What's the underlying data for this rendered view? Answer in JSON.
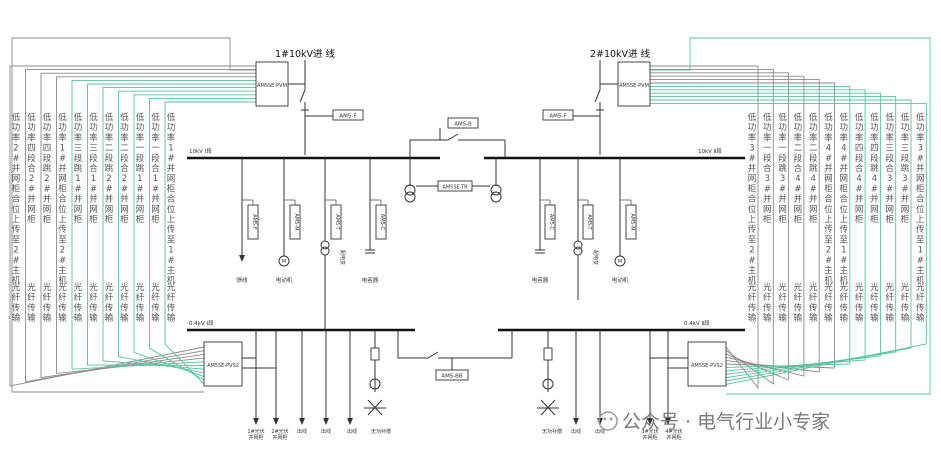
{
  "feeders": {
    "line1": "1#10kV进 线",
    "line2": "2#10kV进 线"
  },
  "buses": {
    "hv_left": "10kV Ⅰ段",
    "hv_right": "10kV Ⅱ段",
    "lv_left": "0.4kV Ⅰ段",
    "lv_right": "0.4kV Ⅱ段"
  },
  "devices": {
    "pvm_left": "AM5SE-PVM",
    "pvm_right": "AM5SE-PVM",
    "amsf_left": "AM5-F",
    "amsf_right": "AM5-F",
    "amsb_hv": "AM5-B",
    "transformer_ctrl": "AM5SE-TR",
    "pvs_left": "AM5SE-PVS2",
    "pvs_right": "AM5SE-PVS2",
    "amsbb_lv": "AM5-BB",
    "meter_l1": "AM5-F",
    "meter_l2": "AM5-M",
    "meter_l3": "AM5-T",
    "meter_l4": "AM5-C",
    "meter_r1": "AM5-C",
    "meter_r2": "AM5-T",
    "meter_r3": "AM5-M"
  },
  "hv_loads": {
    "l1": "馈线",
    "l2": "电动机",
    "l3": "配电变",
    "l4": "电容器",
    "r1": "电容器",
    "r2": "配电变",
    "r3": "电动机"
  },
  "lv_loads": {
    "l1": "1#光伏\n并网柜",
    "l2": "2#光伏\n并网柜",
    "l3": "出线",
    "l4": "出线",
    "l5": "出线",
    "l6": "无功补偿",
    "r1": "无功补偿",
    "r2": "出线",
    "r3": "出线",
    "r4": "3#光伏\n并网柜",
    "r5": "4#光伏\n并网柜"
  },
  "labels_left": [
    {
      "text": "低功率2#并网柜合位上传至2#主机",
      "fiber": "光纤传输",
      "color": "gray"
    },
    {
      "text": "低功率四段合2#并网柜",
      "fiber": "光纤传输",
      "color": "gray"
    },
    {
      "text": "低功率四段跳2#并网柜",
      "fiber": "光纤传输",
      "color": "gray"
    },
    {
      "text": "低功率1#并网柜合位上传至2#主机",
      "fiber": "光纤传输",
      "color": "gray"
    },
    {
      "text": "低功率三段跳1#并网柜",
      "fiber": "光纤传输",
      "color": "green"
    },
    {
      "text": "低功率三段合1#并网柜",
      "fiber": "光纤传输",
      "color": "green"
    },
    {
      "text": "低功率二段跳2#并网柜",
      "fiber": "光纤传输",
      "color": "green"
    },
    {
      "text": "低功率二段合2#并网柜",
      "fiber": "光纤传输",
      "color": "green"
    },
    {
      "text": "低功率一段跳1#并网柜",
      "fiber": "光纤传输",
      "color": "green"
    },
    {
      "text": "低功率一段合1#并网柜",
      "fiber": "光纤传输",
      "color": "green"
    },
    {
      "text": "低功率1#并网柜合位上传至1#主机",
      "fiber": "光纤传输",
      "color": "green"
    }
  ],
  "labels_right": [
    {
      "text": "低功率3#并网柜合位上传至2#主机",
      "fiber": "光纤传输",
      "color": "gray"
    },
    {
      "text": "低功率一段合3#并网柜",
      "fiber": "光纤传输",
      "color": "gray"
    },
    {
      "text": "低功率一段跳3#并网柜",
      "fiber": "光纤传输",
      "color": "gray"
    },
    {
      "text": "低功率二段合4#并网柜",
      "fiber": "光纤传输",
      "color": "gray"
    },
    {
      "text": "低功率二段跳4#并网柜",
      "fiber": "光纤传输",
      "color": "gray"
    },
    {
      "text": "低功率4#并网柜合位上传至2#主机",
      "fiber": "光纤传输",
      "color": "gray"
    },
    {
      "text": "低功率4#并网柜合位上传至1#主机",
      "fiber": "光纤传输",
      "color": "green"
    },
    {
      "text": "低功率四段合4#并网柜",
      "fiber": "光纤传输",
      "color": "green"
    },
    {
      "text": "低功率四段跳4#并网柜",
      "fiber": "光纤传输",
      "color": "green"
    },
    {
      "text": "低功率三段合3#并网柜",
      "fiber": "光纤传输",
      "color": "green"
    },
    {
      "text": "低功率三段跳3#并网柜",
      "fiber": "光纤传输",
      "color": "green"
    },
    {
      "text": "低功率3#并网柜合位上传至1#主机",
      "fiber": "光纤传输",
      "color": "green"
    }
  ],
  "watermark": "公众号 · 电气行业小专家",
  "colors": {
    "gray": "#8a8a8a",
    "green": "#57c49c"
  }
}
